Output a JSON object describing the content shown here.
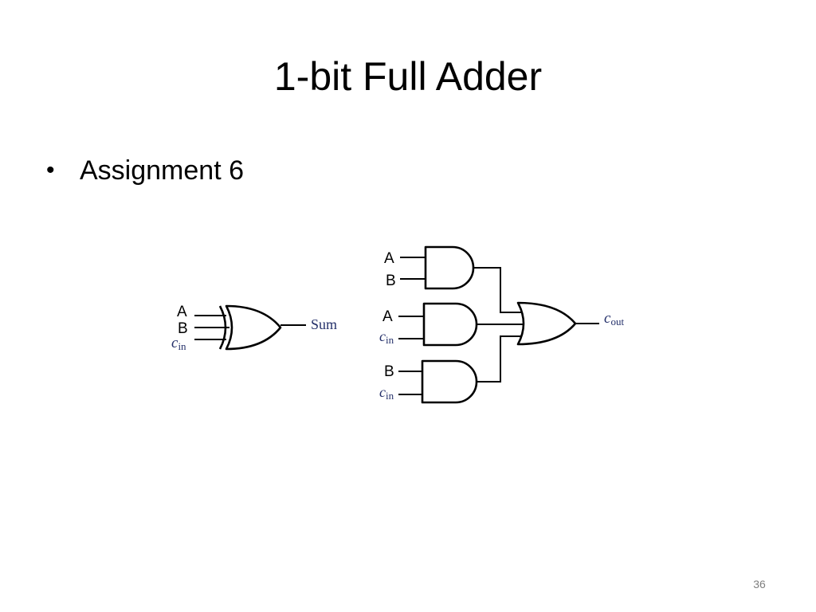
{
  "slide": {
    "title": "1-bit Full Adder",
    "bullet": "Assignment 6",
    "page_number": "36"
  },
  "diagram": {
    "xor_gate": {
      "inputs": [
        "A",
        "B",
        "c_in"
      ],
      "output_label": "Sum"
    },
    "and_gate_1": {
      "inputs": [
        "A",
        "B"
      ]
    },
    "and_gate_2": {
      "inputs": [
        "A",
        "c_in"
      ]
    },
    "and_gate_3": {
      "inputs": [
        "B",
        "c_in"
      ]
    },
    "or_gate": {
      "output_label": "c_out"
    },
    "labels": {
      "A": "A",
      "B": "B",
      "c": "c",
      "in": "in",
      "out": "out",
      "sum": "Sum"
    }
  }
}
